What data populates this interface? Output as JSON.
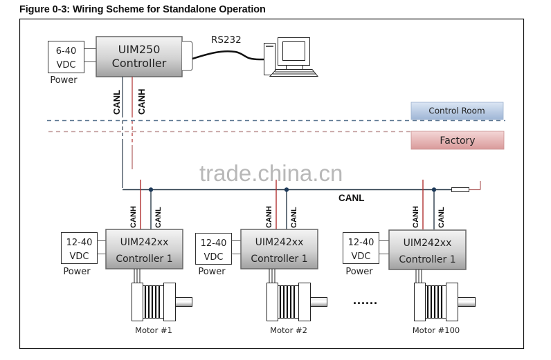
{
  "figure": {
    "title": "Figure 0-3: Wiring Scheme for Standalone Operation"
  },
  "main_controller": {
    "line1": "UIM250",
    "line2": "Controller",
    "power": {
      "line1": "6-40",
      "line2": "VDC",
      "caption": "Power"
    },
    "link_label": "RS232",
    "can_labels": {
      "low": "CANL",
      "high": "CANH"
    }
  },
  "zones": {
    "control_room": "Control Room",
    "factory": "Factory"
  },
  "bus": {
    "label": "CANL"
  },
  "watermark": "trade.china.cn",
  "nodes": [
    {
      "controller_line1": "UIM242xx",
      "controller_line2": "Controller 1",
      "power_line1": "12-40",
      "power_line2": "VDC",
      "power_caption": "Power",
      "canh": "CANH",
      "canl": "CANL",
      "motor": "Motor #1"
    },
    {
      "controller_line1": "UIM242xx",
      "controller_line2": "Controller 1",
      "power_line1": "12-40",
      "power_line2": "VDC",
      "power_caption": "Power",
      "canh": "CANH",
      "canl": "CANL",
      "motor": "Motor #2"
    },
    {
      "controller_line1": "UIM242xx",
      "controller_line2": "Controller 1",
      "power_line1": "12-40",
      "power_line2": "VDC",
      "power_caption": "Power",
      "canh": "CANH",
      "canl": "CANL",
      "motor": "Motor #100"
    }
  ],
  "ellipsis": "......"
}
